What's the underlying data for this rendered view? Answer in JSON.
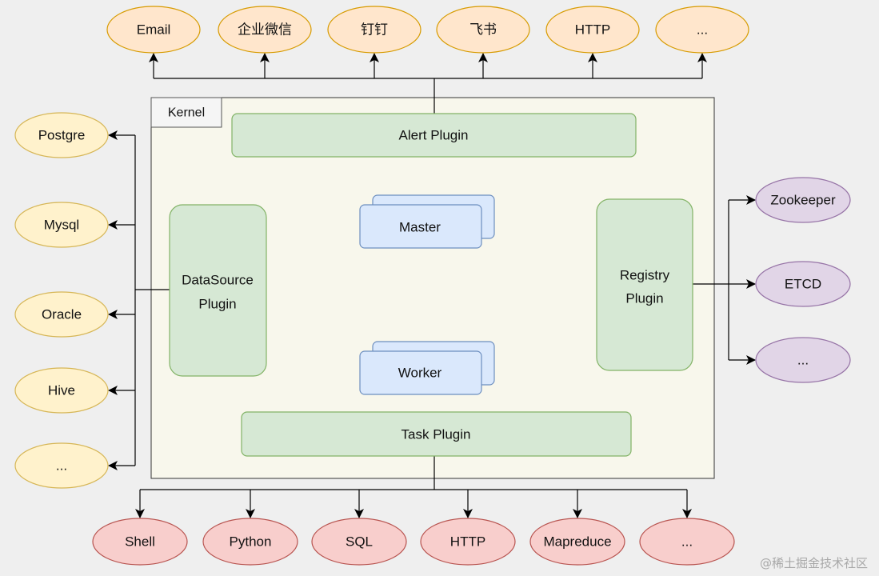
{
  "kernel": {
    "label": "Kernel"
  },
  "alert_plugin": {
    "label": "Alert Plugin"
  },
  "task_plugin": {
    "label": "Task Plugin"
  },
  "datasource_plugin": {
    "line1": "DataSource",
    "line2": "Plugin"
  },
  "registry_plugin": {
    "line1": "Registry",
    "line2": "Plugin"
  },
  "master": {
    "label": "Master"
  },
  "worker": {
    "label": "Worker"
  },
  "alert_targets": [
    "Email",
    "企业微信",
    "钉钉",
    "飞书",
    "HTTP",
    "..."
  ],
  "datasources": [
    "Postgre",
    "Mysql",
    "Oracle",
    "Hive",
    "..."
  ],
  "registries": [
    "Zookeeper",
    "ETCD",
    "..."
  ],
  "tasks": [
    "Shell",
    "Python",
    "SQL",
    "HTTP",
    "Mapreduce",
    "..."
  ],
  "watermark": "@稀土掘金技术社区",
  "colors": {
    "background": "#efefef",
    "kernel_fill": "#f8f7ec",
    "plugin_fill": "#d6e8d4",
    "plugin_stroke": "#82b366",
    "core_fill": "#dae8fc",
    "core_stroke": "#6c8ebf",
    "alert_fill": "#ffe6cc",
    "alert_stroke": "#d79b00",
    "datasource_fill": "#fff2cc",
    "datasource_stroke": "#d6b656",
    "registry_fill": "#e1d5e7",
    "registry_stroke": "#9673a6",
    "task_fill": "#f8cecc",
    "task_stroke": "#b85450"
  }
}
